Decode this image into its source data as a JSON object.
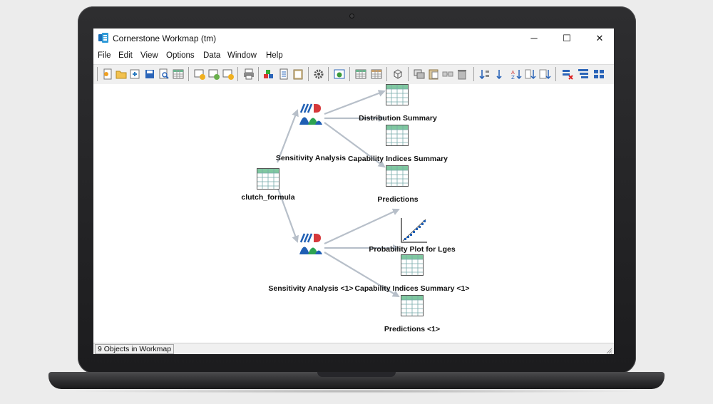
{
  "window": {
    "title": "Cornerstone Workmap (tm)",
    "minimize": "─",
    "maximize": "☐",
    "close": "✕"
  },
  "menu": [
    "File",
    "Edit",
    "View",
    "Options",
    "Data",
    "Window",
    "Help"
  ],
  "workmap": {
    "nodes": {
      "dataset": "clutch_formula",
      "sens1": "Sensitivity Analysis",
      "sens2": "Sensitivity Analysis <1>",
      "dist": "Distribution Summary",
      "cap1": "Capability Indices Summary",
      "pred1": "Predictions",
      "prob": "Probability Plot for Lges",
      "cap2": "Capability Indices Summary <1>",
      "pred2": "Predictions <1>"
    }
  },
  "status": {
    "text": "9 Objects in Workmap"
  },
  "colors": {
    "accent_blue": "#1f5fb4",
    "table_header": "#7fc8a0",
    "connector": "#b7bfc9"
  }
}
